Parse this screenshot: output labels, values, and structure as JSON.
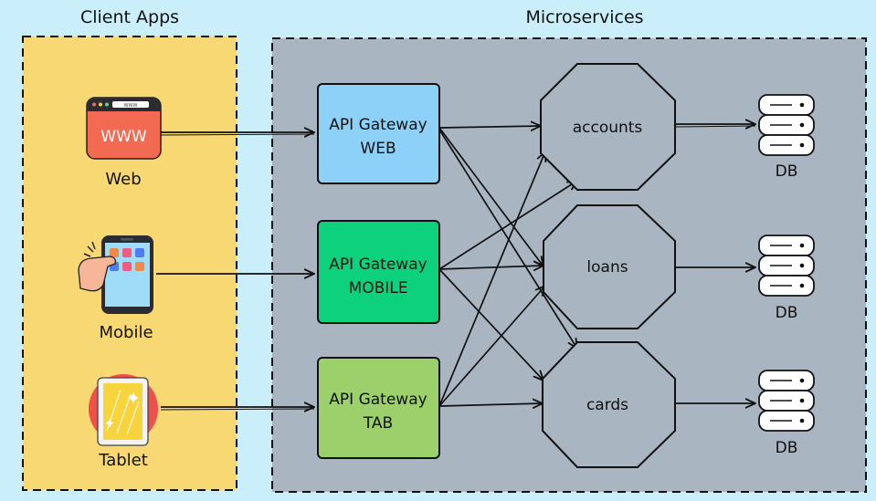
{
  "sections": {
    "client_apps": "Client Apps",
    "microservices": "Microservices"
  },
  "clients": {
    "web": {
      "label": "Web",
      "icon_text": "WWW",
      "bar_text": "WWW"
    },
    "mobile": {
      "label": "Mobile"
    },
    "tablet": {
      "label": "Tablet"
    }
  },
  "gateways": {
    "web": {
      "line1": "API Gateway",
      "line2": "WEB",
      "color": "#8dd0f8"
    },
    "mobile": {
      "line1": "API Gateway",
      "line2": "MOBILE",
      "color": "#0dd17c"
    },
    "tab": {
      "line1": "API Gateway",
      "line2": "TAB",
      "color": "#9bd06a"
    }
  },
  "services": {
    "accounts": "accounts",
    "loans": "loans",
    "cards": "cards"
  },
  "databases": {
    "db1": "DB",
    "db2": "DB",
    "db3": "DB"
  },
  "colors": {
    "background": "#cbeefb",
    "client_panel": "#f7d872",
    "services_panel": "#a9b5c1"
  }
}
